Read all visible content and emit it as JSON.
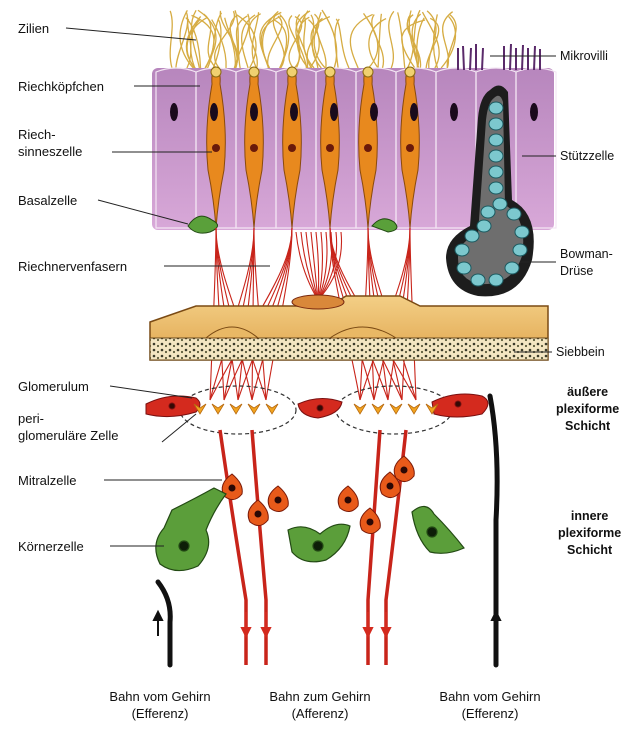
{
  "labels": {
    "zilien": "Zilien",
    "riechkoepfchen": "Riechköpfchen",
    "riechsinneszelle_1": "Riech-",
    "riechsinneszelle_2": "sinneszelle",
    "basalzelle": "Basalzelle",
    "riechnervenfasern": "Riechnervenfasern",
    "glomerulum": "Glomerulum",
    "periglom_1": "peri-",
    "periglom_2": "glomeruläre Zelle",
    "mitralzelle": "Mitralzelle",
    "koernerzelle": "Körnerzelle",
    "mikrovilli": "Mikrovilli",
    "stuetzzelle": "Stützzelle",
    "bowman_1": "Bowman-",
    "bowman_2": "Drüse",
    "siebbein": "Siebbein",
    "aeussere_1": "äußere",
    "aeussere_2": "plexiforme",
    "aeussere_3": "Schicht",
    "innere_1": "innere",
    "innere_2": "plexiforme",
    "innere_3": "Schicht"
  },
  "bottom": [
    {
      "line1": "Bahn vom Gehirn",
      "line2": "(Efferenz)"
    },
    {
      "line1": "Bahn zum Gehirn",
      "line2": "(Afferenz)"
    },
    {
      "line1": "Bahn vom Gehirn",
      "line2": "(Efferenz)"
    }
  ],
  "colors": {
    "cilia": "#d8b04a",
    "epithelium": "#c992cc",
    "receptor": "#e8891e",
    "fiber": "#cc2418",
    "bone": "#e9b865",
    "green_cell": "#5aa03a",
    "bowman": "#5fb8c0"
  }
}
